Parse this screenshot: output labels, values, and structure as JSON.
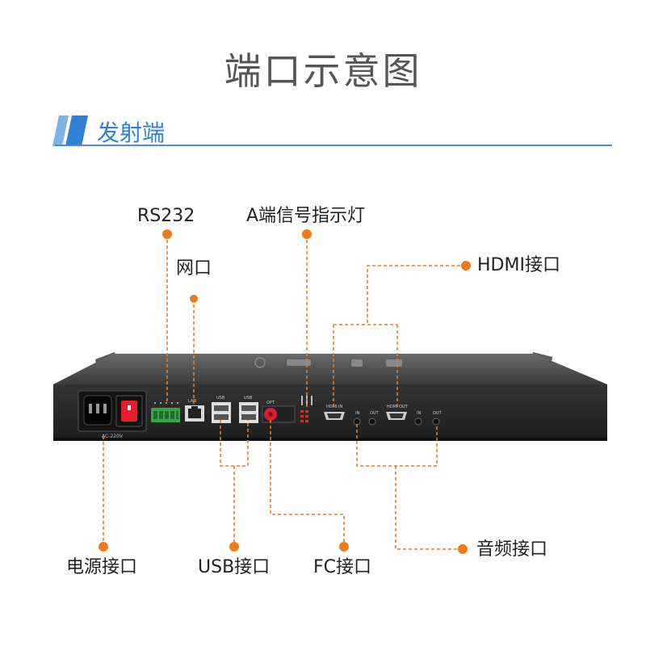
{
  "title": "端口示意图",
  "section": {
    "label": "发射端"
  },
  "device": {
    "voltage": "AC-220V",
    "port_texts": [
      "LAN",
      "USB",
      "USB",
      "OPT",
      "HDMI IN",
      "IN",
      "OUT",
      "HDMI OUT",
      "IN",
      "OUT"
    ]
  },
  "callouts": {
    "rs232": "RS232",
    "lan": "网口",
    "led": "A端信号指示灯",
    "hdmi": "HDMI接口",
    "power": "电源接口",
    "usb": "USB接口",
    "fc": "FC接口",
    "audio": "音频接口"
  },
  "colors": {
    "title": "#555555",
    "accent_blue": "#2f80d8",
    "callout_orange": "#f07a1a",
    "chassis": "#2b2b2b",
    "power_switch": "#e5202a",
    "terminal_green": "#3aa44a"
  }
}
